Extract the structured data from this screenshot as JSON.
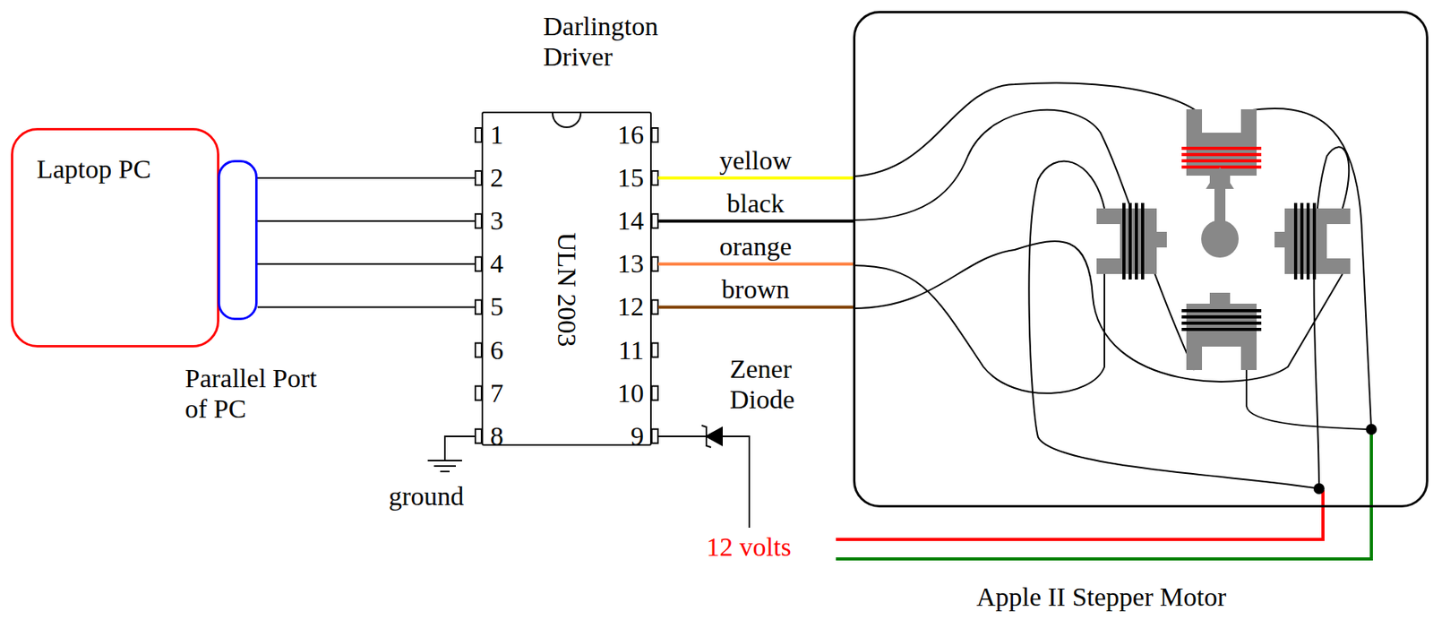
{
  "diagram": {
    "nodes": [
      {
        "text": [
          "Laptop PC"
        ]
      },
      {
        "text": [
          "Parallel Port of PC"
        ]
      },
      {
        "text": [
          "Darlington Driver",
          "ULN 2003"
        ]
      },
      {
        "text": [
          "Apple II Stepper Motor"
        ]
      }
    ],
    "edges": [
      {
        "from": 1,
        "to": 2,
        "arrow": "none"
      },
      {
        "from": 1,
        "to": 2,
        "arrow": "none"
      },
      {
        "from": 1,
        "to": 2,
        "arrow": "none"
      },
      {
        "from": 1,
        "to": 2,
        "arrow": "none"
      },
      {
        "from": 2,
        "to": 3,
        "label": "yellow",
        "arrow": "none"
      },
      {
        "from": 2,
        "to": 3,
        "label": "black",
        "arrow": "none"
      },
      {
        "from": 2,
        "to": 3,
        "label": "orange",
        "arrow": "none"
      },
      {
        "from": 2,
        "to": 3,
        "label": "brown",
        "arrow": "none"
      }
    ],
    "labels": [
      "1",
      "2",
      "3",
      "4",
      "5",
      "6",
      "7",
      "8",
      "9",
      "10",
      "11",
      "12",
      "13",
      "14",
      "15",
      "16",
      "Zener Diode",
      "ground",
      "12 volts"
    ]
  }
}
